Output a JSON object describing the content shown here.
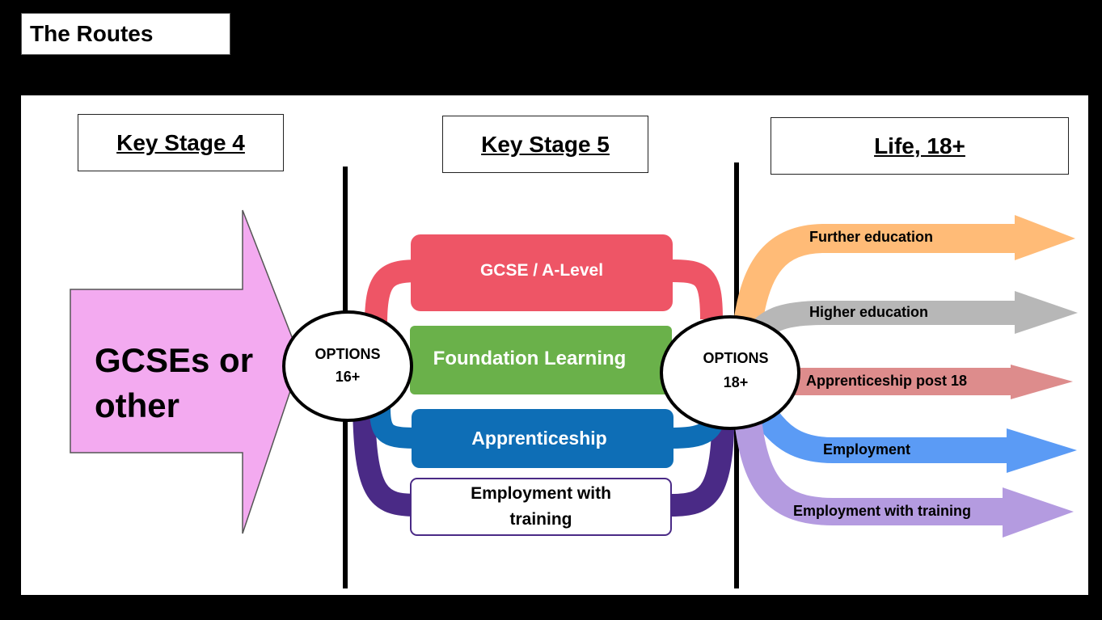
{
  "page_title": "The Routes",
  "stages": {
    "ks4": "Key Stage 4",
    "ks5": "Key Stage 5",
    "life": "Life, 18+"
  },
  "start_arrow": {
    "line1": "GCSEs or",
    "line2": "other",
    "color": "#f3aaf0"
  },
  "options16": {
    "line1": "OPTIONS",
    "line2": "16+"
  },
  "options18": {
    "line1": "OPTIONS",
    "line2": "18+"
  },
  "ks5_routes": [
    {
      "label": "GCSE / A-Level",
      "color": "#ee5566"
    },
    {
      "label": "Foundation Learning",
      "color": "#6ab14a"
    },
    {
      "label": "Apprenticeship",
      "color": "#0e6eb6"
    },
    {
      "label_line1": "Employment with",
      "label_line2": "training",
      "color": "#4a2a86"
    }
  ],
  "outcomes": [
    {
      "label": "Further education",
      "color": "#ffbb77"
    },
    {
      "label": "Higher education",
      "color": "#b7b7b7"
    },
    {
      "label": "Apprenticeship post 18",
      "color": "#dd8c8c"
    },
    {
      "label": "Employment",
      "color": "#5b9bf5"
    },
    {
      "label": "Employment with training",
      "color": "#b49be0"
    }
  ]
}
